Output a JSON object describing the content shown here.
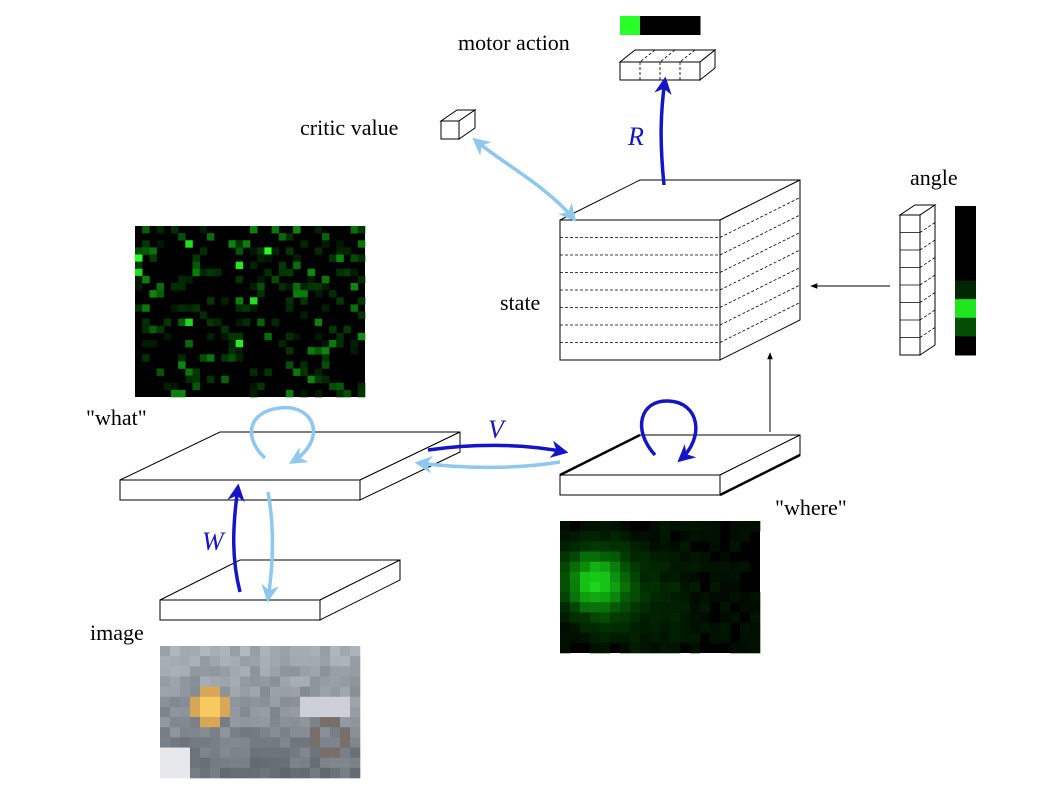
{
  "labels": {
    "motor_action": "motor action",
    "critic_value": "critic value",
    "angle": "angle",
    "state": "state",
    "what": "\"what\"",
    "where": "\"where\"",
    "image": "image"
  },
  "weights": {
    "R": "R",
    "V": "V",
    "W": "W"
  },
  "colors": {
    "strong_arrow": "#1414c8",
    "light_arrow": "#8cc8f0",
    "activation_green": "#28ff28",
    "map_background": "#000000"
  },
  "motor_action_activation": [
    1,
    0,
    0,
    0
  ],
  "angle_activation": [
    0,
    0,
    0,
    0,
    0.15,
    0.9,
    0.3,
    0
  ]
}
